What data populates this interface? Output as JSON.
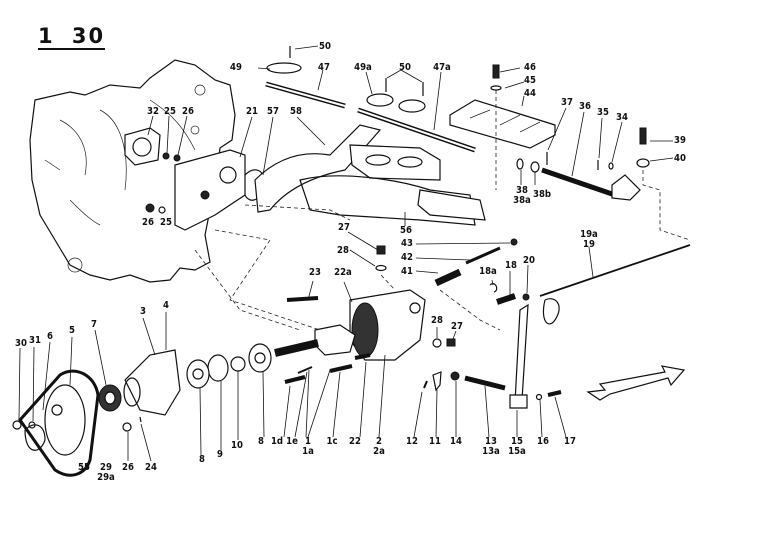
{
  "plate": {
    "number": "1 30"
  },
  "diagram": {
    "type": "exploded-parts-view",
    "subject": "engine front / accessory drive and linkage assembly",
    "callouts": [
      {
        "id": "50",
        "text": "50"
      },
      {
        "id": "49",
        "text": "49"
      },
      {
        "id": "47",
        "text": "47"
      },
      {
        "id": "49a",
        "text": "49a"
      },
      {
        "id": "50b",
        "text": "50"
      },
      {
        "id": "47a",
        "text": "47a"
      },
      {
        "id": "46",
        "text": "46"
      },
      {
        "id": "45",
        "text": "45"
      },
      {
        "id": "44",
        "text": "44"
      },
      {
        "id": "37",
        "text": "37"
      },
      {
        "id": "36",
        "text": "36"
      },
      {
        "id": "35",
        "text": "35"
      },
      {
        "id": "34",
        "text": "34"
      },
      {
        "id": "39",
        "text": "39"
      },
      {
        "id": "40",
        "text": "40"
      },
      {
        "id": "38",
        "text": "38\n38a"
      },
      {
        "id": "38b",
        "text": "38b"
      },
      {
        "id": "32",
        "text": "32"
      },
      {
        "id": "25",
        "text": "25"
      },
      {
        "id": "26",
        "text": "26"
      },
      {
        "id": "21",
        "text": "21"
      },
      {
        "id": "57",
        "text": "57"
      },
      {
        "id": "58",
        "text": "58"
      },
      {
        "id": "26b",
        "text": "26"
      },
      {
        "id": "25b",
        "text": "25"
      },
      {
        "id": "56",
        "text": "56"
      },
      {
        "id": "27",
        "text": "27"
      },
      {
        "id": "28",
        "text": "28"
      },
      {
        "id": "43",
        "text": "43"
      },
      {
        "id": "42",
        "text": "42"
      },
      {
        "id": "41",
        "text": "41"
      },
      {
        "id": "19",
        "text": "19a\n19"
      },
      {
        "id": "23",
        "text": "23"
      },
      {
        "id": "22a",
        "text": "22a"
      },
      {
        "id": "18a",
        "text": "18a"
      },
      {
        "id": "18",
        "text": "18"
      },
      {
        "id": "20",
        "text": "20"
      },
      {
        "id": "28b",
        "text": "28"
      },
      {
        "id": "27b",
        "text": "27"
      },
      {
        "id": "30",
        "text": "30"
      },
      {
        "id": "31",
        "text": "31"
      },
      {
        "id": "6",
        "text": "6"
      },
      {
        "id": "5",
        "text": "5"
      },
      {
        "id": "7",
        "text": "7"
      },
      {
        "id": "3",
        "text": "3"
      },
      {
        "id": "4",
        "text": "4"
      },
      {
        "id": "8a",
        "text": "8"
      },
      {
        "id": "9",
        "text": "9"
      },
      {
        "id": "10",
        "text": "10"
      },
      {
        "id": "8b",
        "text": "8"
      },
      {
        "id": "1d",
        "text": "1d"
      },
      {
        "id": "1e",
        "text": "1e"
      },
      {
        "id": "1",
        "text": "1\n1a"
      },
      {
        "id": "1c",
        "text": "1c"
      },
      {
        "id": "22",
        "text": "22"
      },
      {
        "id": "2",
        "text": "2\n2a"
      },
      {
        "id": "12",
        "text": "12"
      },
      {
        "id": "11",
        "text": "11"
      },
      {
        "id": "14",
        "text": "14"
      },
      {
        "id": "13",
        "text": "13\n13a"
      },
      {
        "id": "15",
        "text": "15\n15a"
      },
      {
        "id": "16",
        "text": "16"
      },
      {
        "id": "17",
        "text": "17"
      },
      {
        "id": "55",
        "text": "55"
      },
      {
        "id": "29",
        "text": "29\n29a"
      },
      {
        "id": "26c",
        "text": "26"
      },
      {
        "id": "24",
        "text": "24"
      }
    ]
  }
}
